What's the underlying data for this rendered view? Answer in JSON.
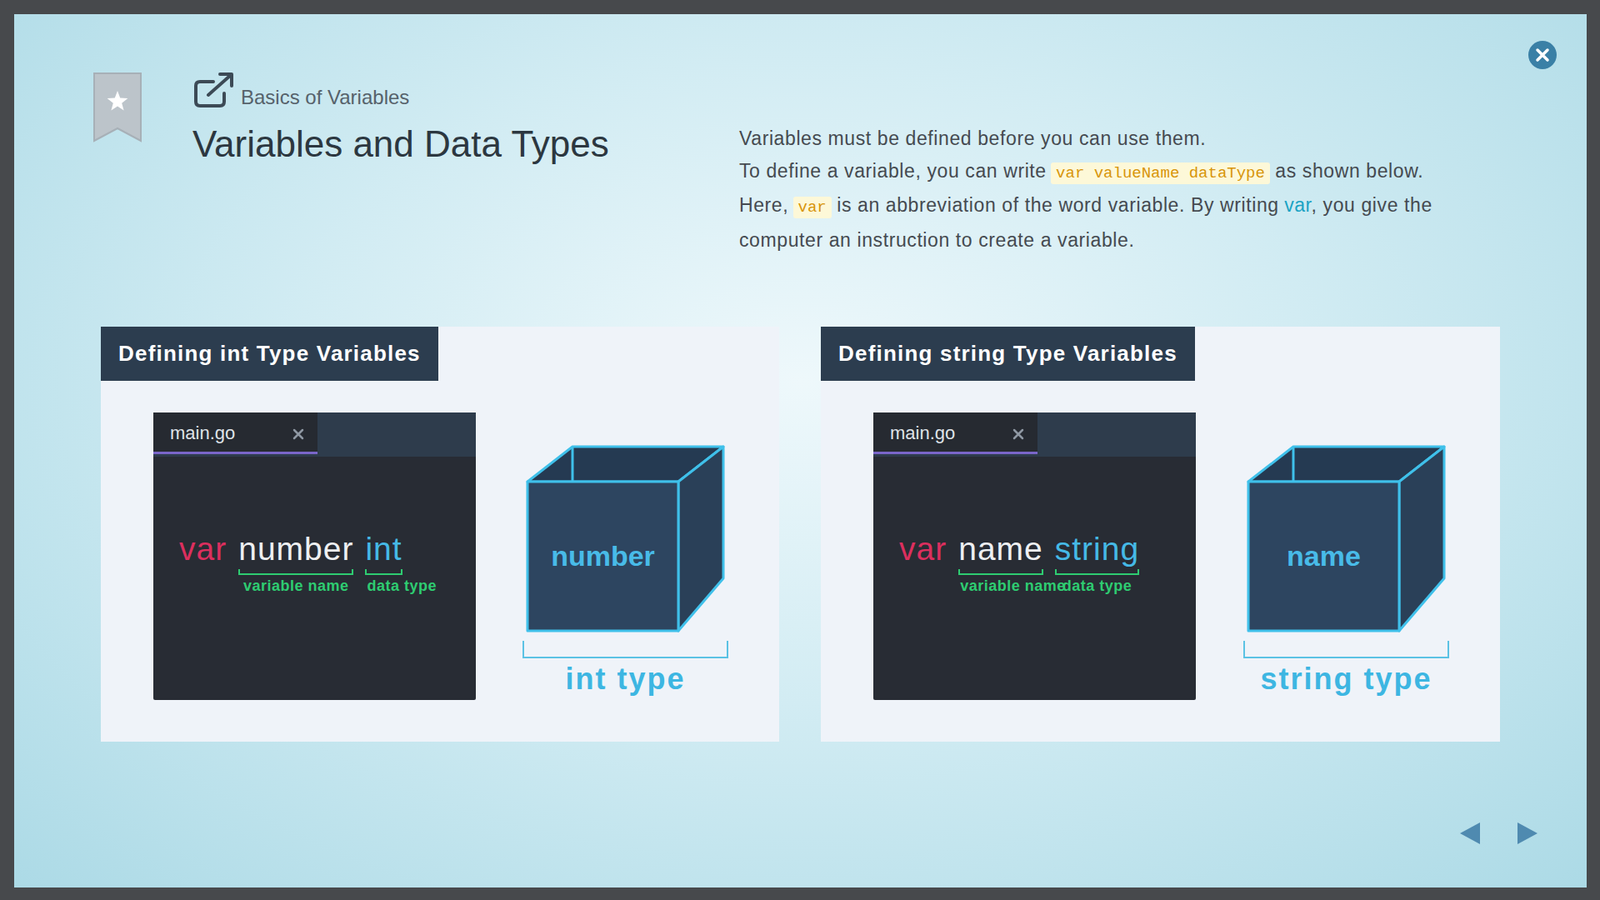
{
  "diagram": {
    "title": "Variables and Data Types",
    "nodes": [
      {
        "text": [
          "Defining int Type Variables"
        ]
      },
      {
        "text": [
          "main.go",
          "var",
          "number",
          "int",
          "variable name",
          "data type"
        ],
        "in": 0
      },
      {
        "text": [
          "number"
        ],
        "in": 0
      },
      {
        "text": [
          "Defining string Type Variables"
        ]
      },
      {
        "text": [
          "main.go",
          "var",
          "name",
          "string",
          "variable name",
          "data type"
        ],
        "in": 3
      },
      {
        "text": [
          "name"
        ],
        "in": 3
      }
    ],
    "labels": [
      "Basics of Variables",
      "Variables must be defined before you can use them.",
      "To define a variable, you can write",
      "var valueName dataType",
      "as shown below. Here,",
      "var",
      "is an abbreviation of the word variable. By writing",
      "var",
      ", you give the computer an instruction to create a variable.",
      "int type",
      "string type"
    ]
  }
}
